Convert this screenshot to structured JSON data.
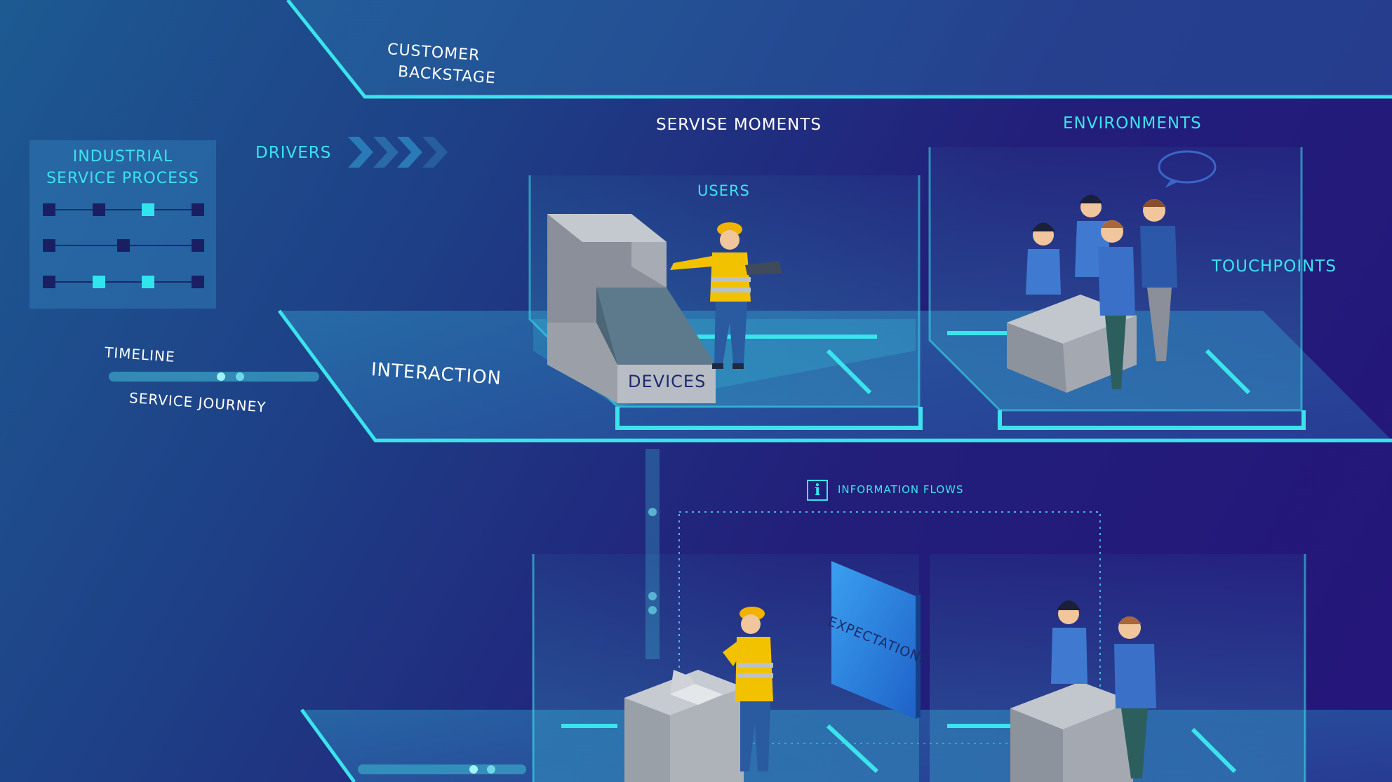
{
  "labels": {
    "customer": "CUSTOMER",
    "backstage": "BACKSTAGE",
    "service_moments": "SERVISE MOMENTS",
    "environments": "ENVIRONMENTS",
    "drivers": "DRIVERS",
    "users": "USERS",
    "touchpoints": "TOUCHPOINTS",
    "timeline": "TIMELINE",
    "service_journey": "SERVICE JOURNEY",
    "interaction": "INTERACTION",
    "devices": "DEVICES",
    "information_flows": "INFORMATION FLOWS",
    "expectations": "EXPECTATIONS",
    "info_icon_glyph": "i"
  },
  "process_panel": {
    "title": "INDUSTRIAL\nSERVICE PROCESS",
    "rows": [
      {
        "nodes_active": [
          false,
          false,
          true,
          false
        ]
      },
      {
        "nodes_active": [
          false,
          false,
          false
        ]
      },
      {
        "nodes_active": [
          false,
          true,
          true,
          false
        ]
      }
    ]
  },
  "icons": {
    "drivers_arrows": "chevron-arrows-icon",
    "speech_bubble": "speech-bubble-icon",
    "info": "info-icon"
  },
  "colors": {
    "accent_cyan": "#3be3ec",
    "deep_navy": "#1d2a6b",
    "background_start": "#1d5a92",
    "background_end": "#24157a"
  }
}
